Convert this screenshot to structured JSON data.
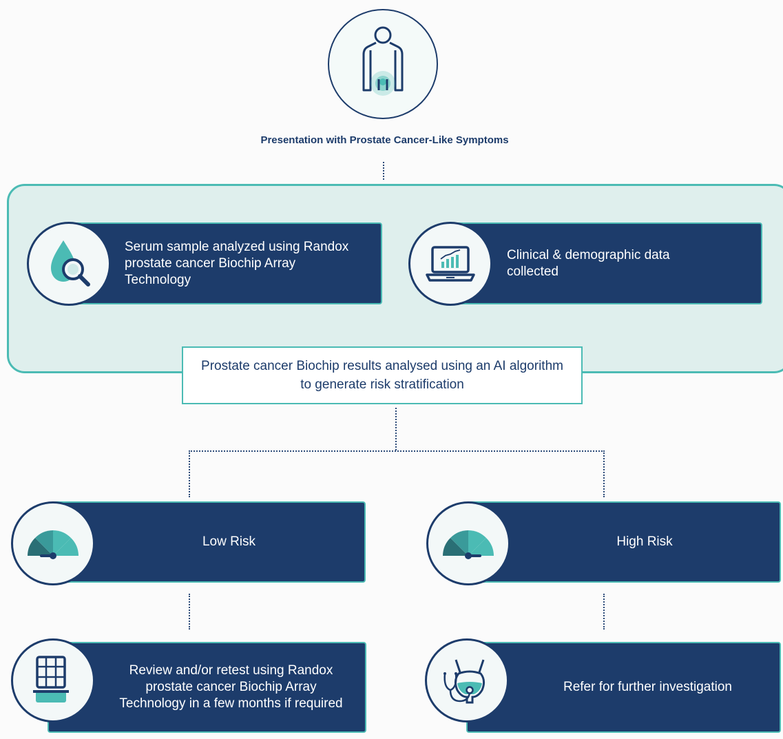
{
  "title": "Presentation with Prostate Cancer-Like Symptoms",
  "step_sample": "Serum sample analyzed using Randox prostate cancer Biochip Array Technology",
  "step_clinical": "Clinical & demographic data collected",
  "step_analysis": "Prostate cancer Biochip results analysed using an AI algorithm to generate risk stratification",
  "low_risk": "Low Risk",
  "high_risk": "High Risk",
  "low_action": "Review and/or retest using Randox prostate cancer Biochip Array Technology in a few months if required",
  "high_action": "Refer for further investigation",
  "colors": {
    "navy": "#1d3c6b",
    "teal": "#4bbbb4",
    "panel": "#dfefed"
  }
}
